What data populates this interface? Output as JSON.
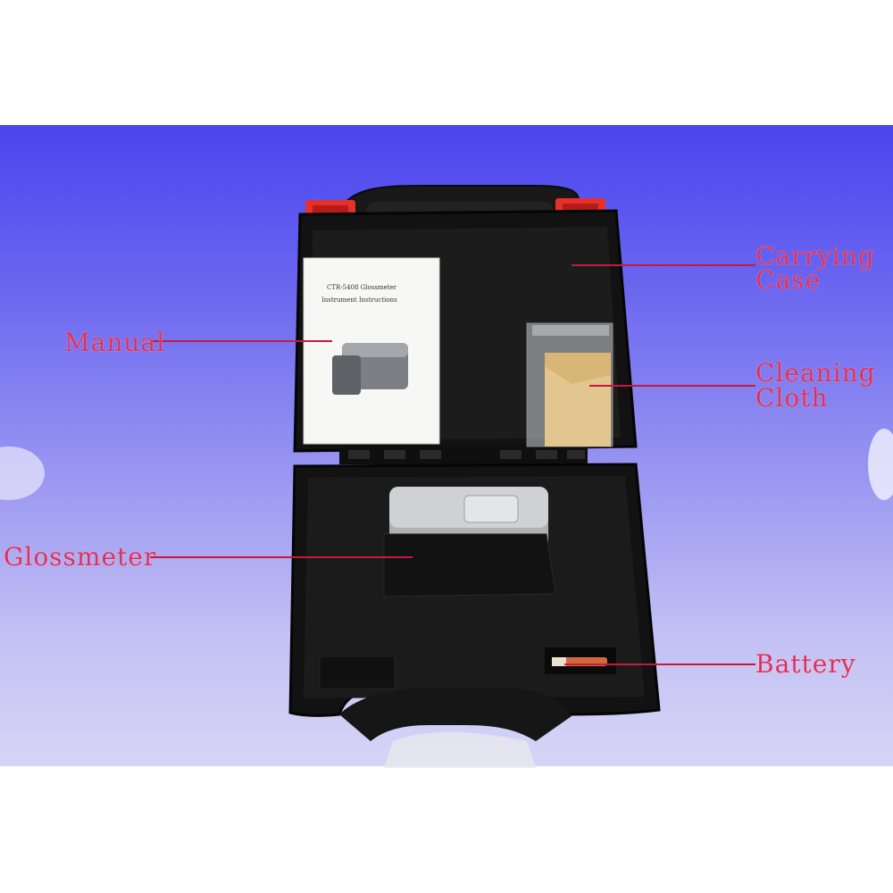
{
  "labels": {
    "carrying_case": [
      "Carrying",
      "Case"
    ],
    "manual": "Manual",
    "cleaning_cloth": [
      "Cleaning",
      "Cloth"
    ],
    "glossmeter": "Glossmeter",
    "battery": "Battery"
  },
  "manual_cover": {
    "line1": "CTR-5408 Glossmeter",
    "line2": "Instrument Instructions"
  },
  "colors": {
    "label_text": "#e0305a",
    "leader_line": "#c81840",
    "background_top": "#4a45ee",
    "case_body": "#141414",
    "latch": "#e8302a"
  }
}
